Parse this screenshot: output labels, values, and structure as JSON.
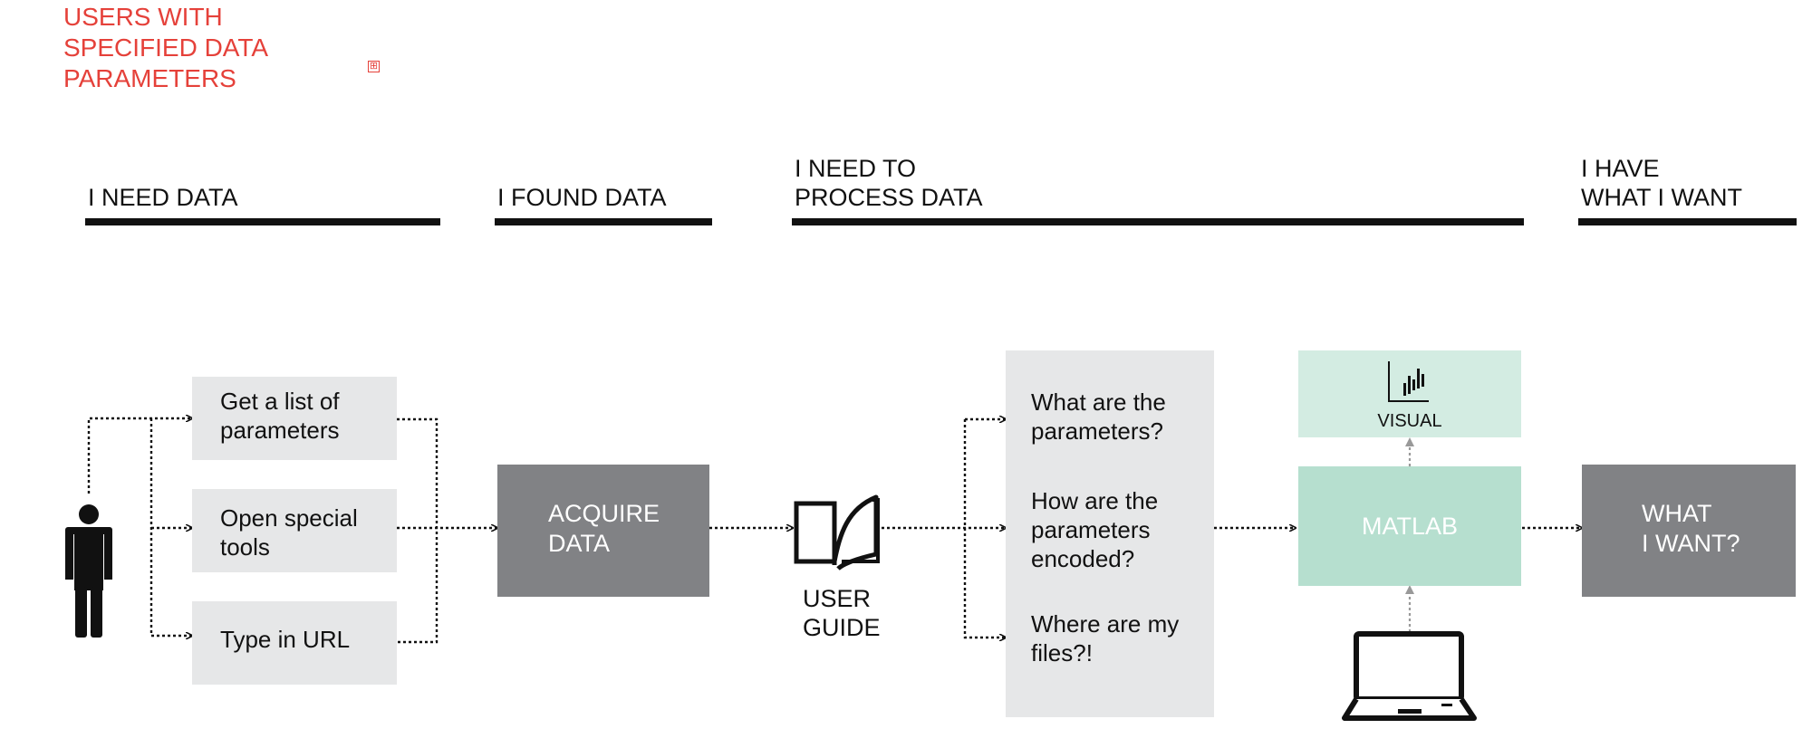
{
  "title": "USERS WITH\nSPECIFIED DATA\nPARAMETERS",
  "expand_symbol": "⊞",
  "stages": [
    {
      "label": "I NEED DATA"
    },
    {
      "label": "I FOUND DATA"
    },
    {
      "label": "I NEED TO\nPROCESS DATA"
    },
    {
      "label": "I HAVE\nWHAT I WANT"
    }
  ],
  "options": [
    {
      "label": "Get a list of\nparameters"
    },
    {
      "label": "Open special\ntools"
    },
    {
      "label": "Type in URL"
    }
  ],
  "acquire": {
    "label": "ACQUIRE\nDATA"
  },
  "guide": {
    "label": "USER\nGUIDE"
  },
  "questions": [
    {
      "label": "What are the\nparameters?"
    },
    {
      "label": "How are the\nparameters\nencoded?"
    },
    {
      "label": "Where are my\nfiles?!"
    }
  ],
  "visual": {
    "label": "VISUAL"
  },
  "matlab": {
    "label": "MATLAB"
  },
  "result": {
    "label": "WHAT\nI WANT?"
  },
  "icons": [
    "person-icon",
    "book-icon",
    "chart-icon",
    "laptop-icon",
    "expand-icon"
  ],
  "colors": {
    "title": "#e5413a",
    "grey_box": "#e6e7e8",
    "dark_box": "#818285",
    "teal_box": "#b6dfcf",
    "teal_light": "#d3ece2",
    "arrow": "#111111",
    "arrow_grey": "#999999"
  }
}
